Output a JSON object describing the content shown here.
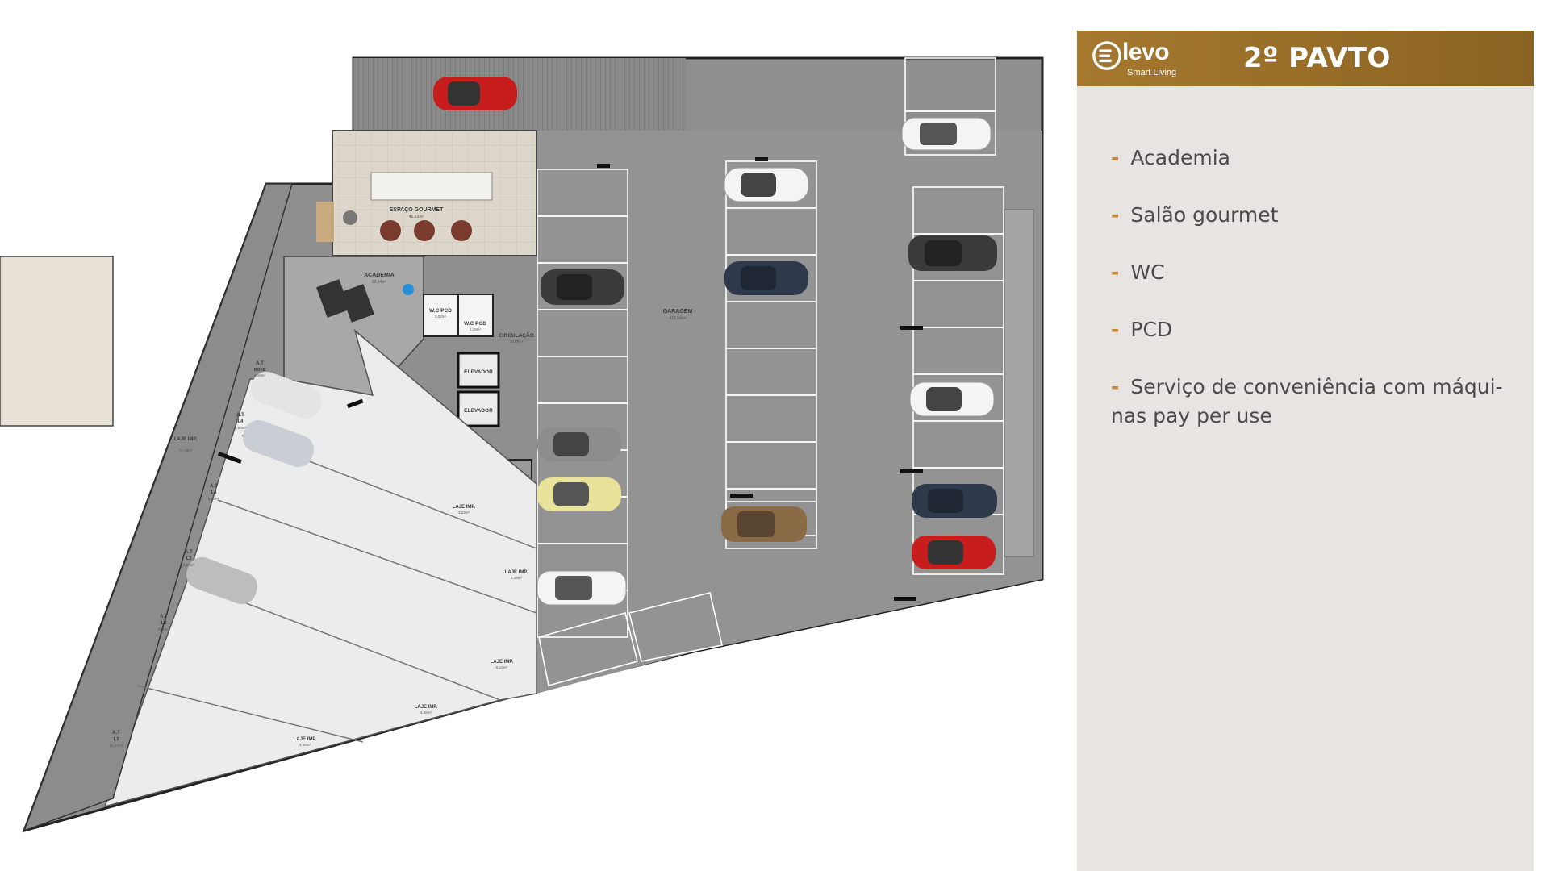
{
  "brand": {
    "name": "levo",
    "tagline": "Smart Living",
    "accent_color": "#a5782e",
    "logo_icon": "elevo-logo-icon"
  },
  "panel": {
    "title": "2º PAVTO",
    "bullet": "-",
    "features": [
      "Academia",
      "Salão gourmet",
      "WC",
      "PCD",
      "Serviço de conveniência com máqui-nas pay per use"
    ]
  },
  "plan": {
    "labels": {
      "espaco_gourmet": "ESPAÇO GOURMET",
      "espaco_gourmet_area": "45,62m²",
      "academia": "ACADEMIA",
      "academia_area": "33,94m²",
      "wc_pcd_1": "W.C PCD",
      "wc_pcd_1_area": "3,02m²",
      "wc_pcd_2": "W.C PCD",
      "wc_pcd_2_area": "3,19m²",
      "circulacao": "CIRCULAÇÃO",
      "circulacao_area": "30,89m²",
      "elevador_1": "ELEVADOR",
      "elevador_2": "ELEVADOR",
      "garagem": "GARAGEM",
      "garagem_area": "413,54m²",
      "laje_imp_1": "LAJE IMP.",
      "laje_imp_1_area": "71,78m²",
      "laje_imp_2": "LAJE IMP.",
      "laje_imp_2_area": "3,33m²",
      "laje_imp_3": "LAJE IMP.",
      "laje_imp_3_area": "3,18m²",
      "laje_imp_4": "LAJE IMP.",
      "laje_imp_4_area": "6,14m²",
      "laje_imp_5": "LAJE IMP.",
      "laje_imp_5_area": "4,86m²",
      "laje_imp_6": "LAJE IMP.",
      "laje_imp_6_area": "4,86m²",
      "at_l1": "A.T",
      "at_l1_sub": "L1",
      "at_l1_area": "20,17m²",
      "at_l2": "A.T",
      "at_l2_sub": "L2",
      "at_l2_area": "5,00m²",
      "at_l3": "A.T",
      "at_l3_sub": "L3",
      "at_l3_area": "5,00m²",
      "at_l4a": "A.T",
      "at_l4a_sub": "L4",
      "at_l4a_area": "5,00m²",
      "at_l4b": "A.T",
      "at_l4b_sub": "L4",
      "at_l4b_area": "5,00m²",
      "at_top": "A.T",
      "at_top_sub": "BOXE",
      "at_top_area": "3,16m²"
    },
    "colors": {
      "garage_floor": "#8f8f8f",
      "slab": "#ededed",
      "gourmet_floor": "#d8d2c6",
      "academy_floor": "#a9a9a9",
      "car_white": "#f4f4f4",
      "car_dark": "#3a3a3a",
      "car_red": "#c81d1d",
      "car_yellow": "#e8e29a",
      "car_bronze": "#8b6b45",
      "car_navy": "#2e3a4c",
      "car_gray": "#8d8d8d"
    }
  }
}
